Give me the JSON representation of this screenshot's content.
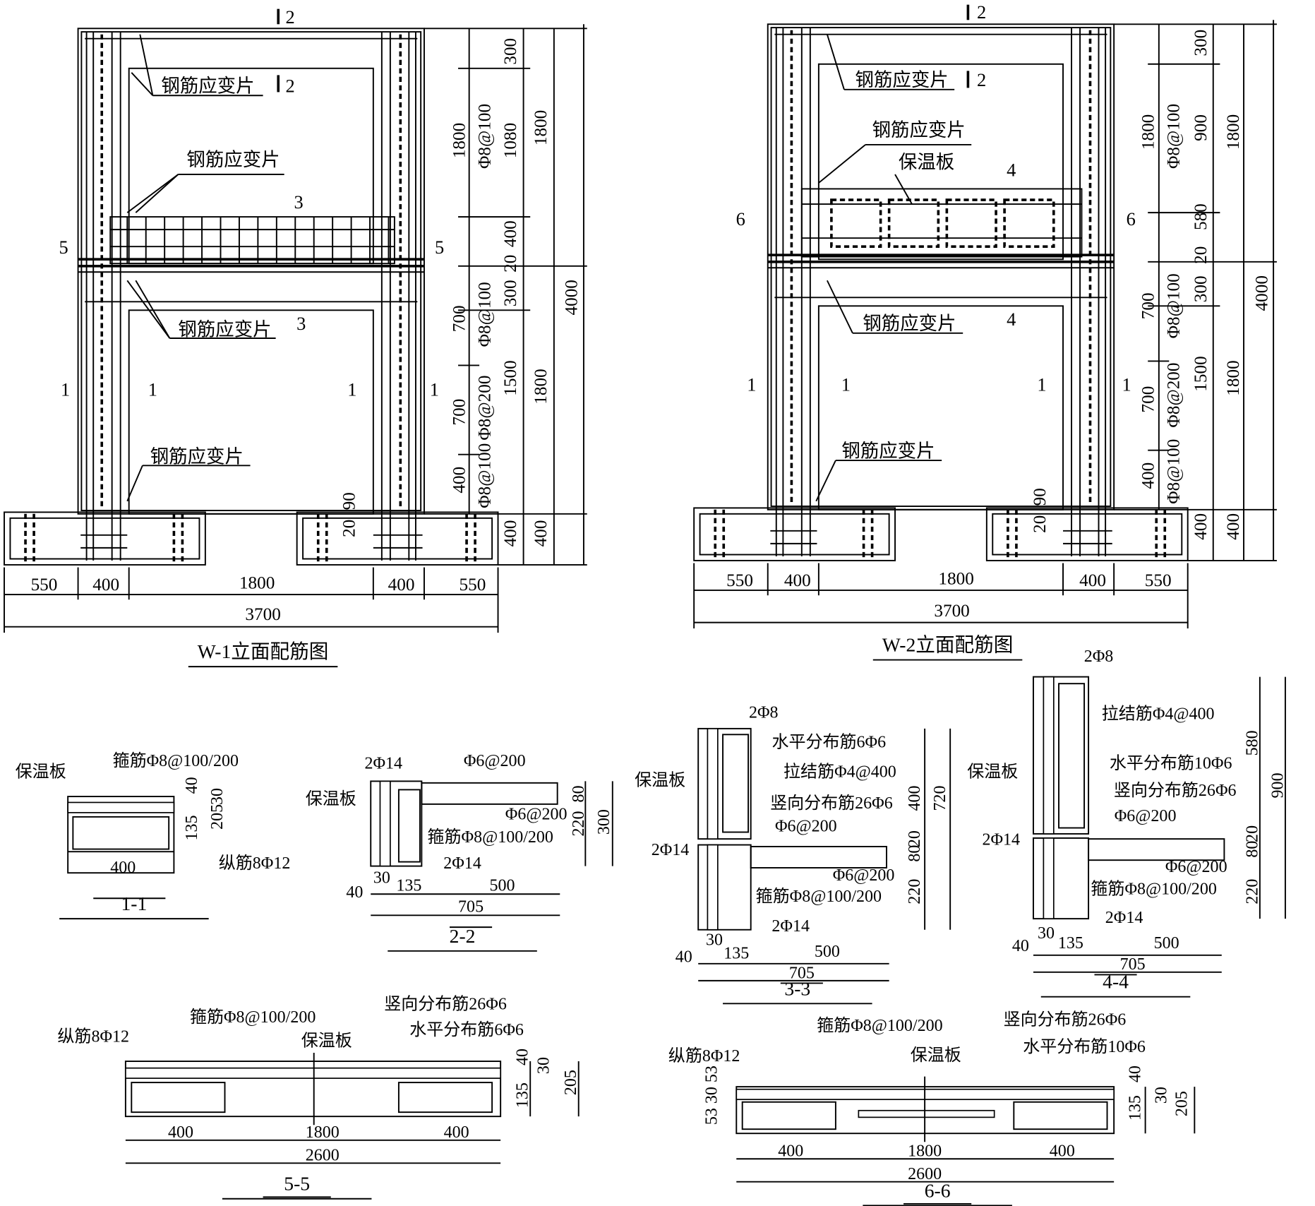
{
  "w1": {
    "title": "W-1立面配筋图",
    "labels": [
      "2",
      "钢筋应变片",
      "2",
      "钢筋应变片",
      "3",
      "5",
      "5",
      "钢筋应变片",
      "3",
      "1",
      "1",
      "1",
      "1",
      "钢筋应变片"
    ],
    "vdims": [
      "1800",
      "Φ8@100",
      "1080",
      "300",
      "400",
      "20",
      "300",
      "1800",
      "700",
      "Φ8@100",
      "1500",
      "1800",
      "700",
      "Φ8@200",
      "400",
      "Φ8@100",
      "400",
      "400",
      "4000",
      "90",
      "20"
    ],
    "hdims": [
      "550",
      "400",
      "1800",
      "400",
      "550",
      "3700"
    ]
  },
  "w2": {
    "title": "W-2立面配筋图",
    "labels": [
      "2",
      "钢筋应变片",
      "2",
      "钢筋应变片",
      "保温板",
      "4",
      "6",
      "6",
      "钢筋应变片",
      "4",
      "1",
      "1",
      "1",
      "1",
      "钢筋应变片"
    ],
    "vdims": [
      "1800",
      "Φ8@100",
      "300",
      "900",
      "580",
      "20",
      "300",
      "1800",
      "4000",
      "700",
      "Φ8@100",
      "1500",
      "1800",
      "700",
      "Φ8@200",
      "400",
      "Φ8@100",
      "400",
      "400",
      "90",
      "20"
    ],
    "hdims": [
      "550",
      "400",
      "1800",
      "400",
      "550",
      "3700"
    ]
  },
  "s11": {
    "title": "1-1",
    "texts": [
      "保温板",
      "箍筋Φ8@100/200",
      "40",
      "30",
      "205",
      "135",
      "400",
      "纵筋8Φ12"
    ]
  },
  "s22": {
    "title": "2-2",
    "texts": [
      "2Φ14",
      "Φ6@200",
      "保温板",
      "80",
      "220",
      "300",
      "Φ6@200",
      "箍筋Φ8@100/200",
      "2Φ14",
      "30",
      "135",
      "500",
      "40",
      "705"
    ]
  },
  "s33": {
    "title": "3-3",
    "texts": [
      "2Φ8",
      "水平分布筋6Φ6",
      "保温板",
      "拉结筋Φ4@400",
      "竖向分布筋26Φ6",
      "Φ6@200",
      "400",
      "720",
      "20",
      "80",
      "220",
      "2Φ14",
      "Φ6@200",
      "箍筋Φ8@100/200",
      "2Φ14",
      "30",
      "40",
      "135",
      "500",
      "705"
    ]
  },
  "s44": {
    "title": "4-4",
    "texts": [
      "2Φ8",
      "拉结筋Φ4@400",
      "保温板",
      "水平分布筋10Φ6",
      "竖向分布筋26Φ6",
      "Φ6@200",
      "580",
      "900",
      "20",
      "80",
      "220",
      "2Φ14",
      "Φ6@200",
      "箍筋Φ8@100/200",
      "2Φ14",
      "30",
      "40",
      "135",
      "500",
      "705"
    ]
  },
  "s55": {
    "title": "5-5",
    "texts": [
      "纵筋8Φ12",
      "箍筋Φ8@100/200",
      "竖向分布筋26Φ6",
      "保温板",
      "水平分布筋6Φ6",
      "40",
      "30",
      "135",
      "205",
      "400",
      "1800",
      "400",
      "2600"
    ]
  },
  "s66": {
    "title": "6-6",
    "texts": [
      "箍筋Φ8@100/200",
      "竖向分布筋26Φ6",
      "纵筋8Φ12",
      "保温板",
      "水平分布筋10Φ6",
      "53 30 53",
      "40",
      "30",
      "135",
      "205",
      "400",
      "1800",
      "400",
      "2600"
    ]
  }
}
